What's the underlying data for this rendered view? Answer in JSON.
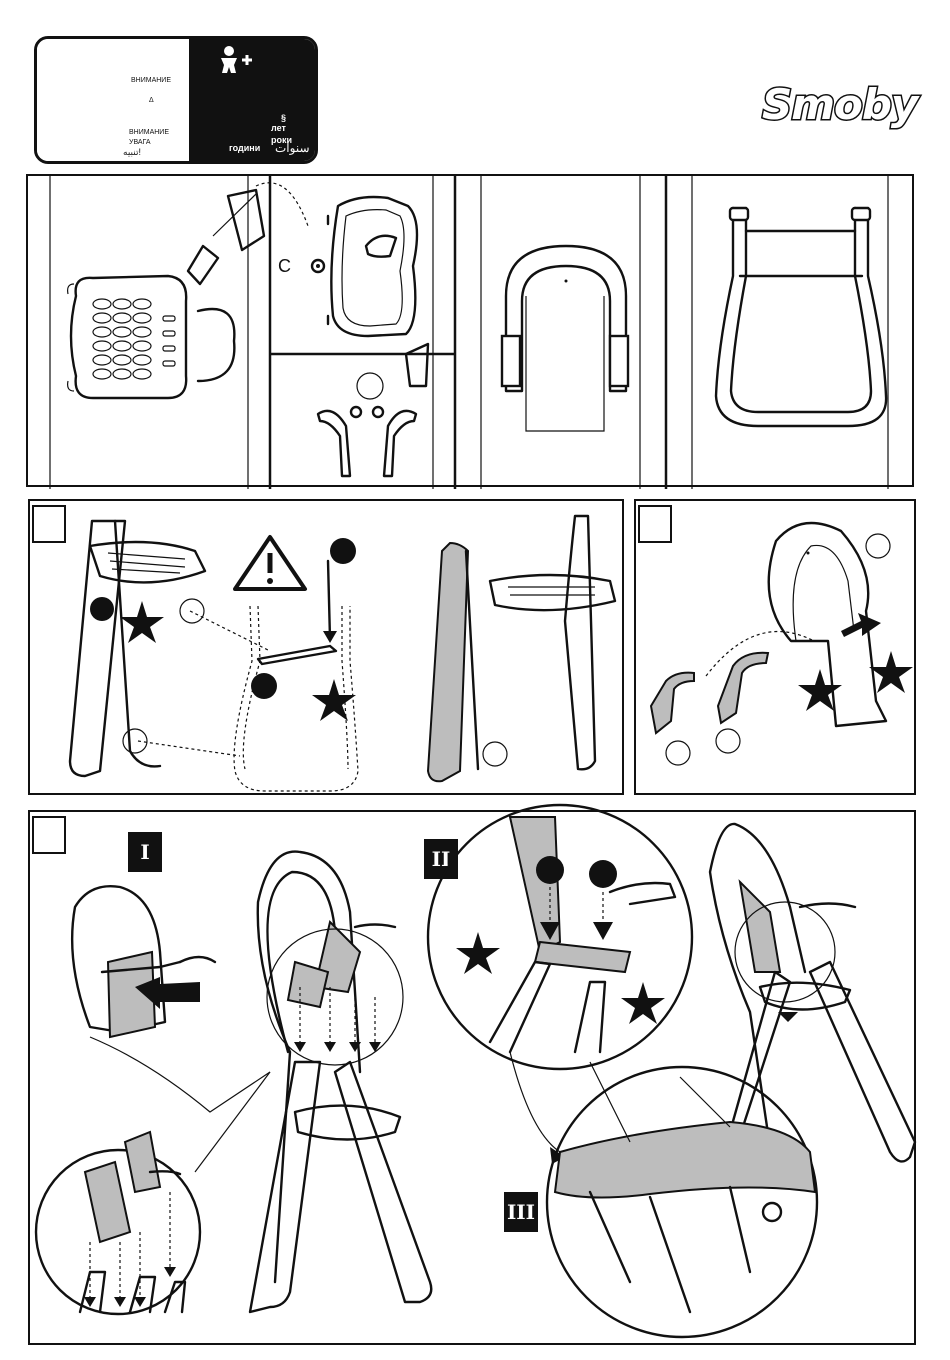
{
  "warning": {
    "left_lines": [
      "ВНИМАНИЕ",
      "Δ",
      "ВНИМАНИЕ",
      "УВАГА",
      "تنبيه!"
    ],
    "right_lines": [
      "§",
      "лет",
      "роки",
      "години",
      "سنوات"
    ],
    "icon": "child-plus-icon"
  },
  "brand": {
    "logo_text": "Smoby"
  },
  "step1": {
    "sub_label": "C"
  },
  "roman": {
    "i": "I",
    "ii": "II",
    "iii": "III"
  },
  "icons": [
    "warning-triangle-icon",
    "star-icon",
    "arrow-icon",
    "magnifier-circle-icon"
  ]
}
